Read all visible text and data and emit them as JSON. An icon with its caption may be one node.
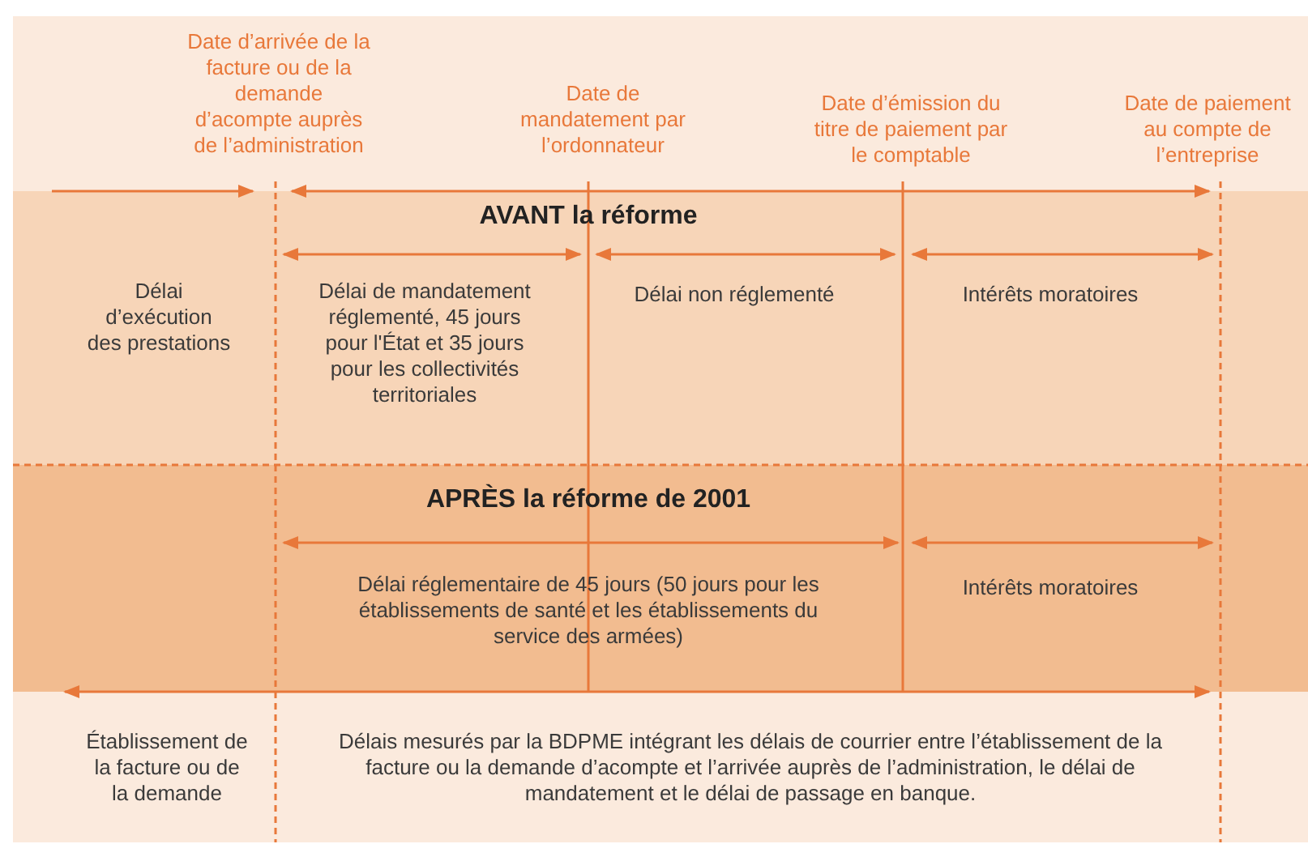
{
  "diagram": {
    "labels": [
      "Date d’arrivée de la facture ou de la demande d’acompte auprès de l’administration",
      "Date de mandatement par l’ordonnateur",
      "Date d’émission du titre de paiement par le comptable",
      "Date de paiement au compte de l’entreprise",
      "AVANT la réforme",
      "Délai d’exécution des prestations",
      "Délai de mandatement réglementé, 45 jours pour l'État et 35 jours pour les collectivités territoriales",
      "Délai non réglementé",
      "Intérêts moratoires",
      "APRÈS la réforme de 2001",
      "Délai réglementaire de 45 jours (50 jours pour les établissements de santé et les établissements du service des armées)",
      "Intérêts moratoires",
      "Établissement de la facture ou de la demande",
      "Délais mesurés par la BDPME intégrant les délais de courrier entre l’établissement de la facture ou la demande d’acompte et l’arrivée auprès de l’administration, le délai de mandatement et le délai de passage en banque."
    ]
  }
}
